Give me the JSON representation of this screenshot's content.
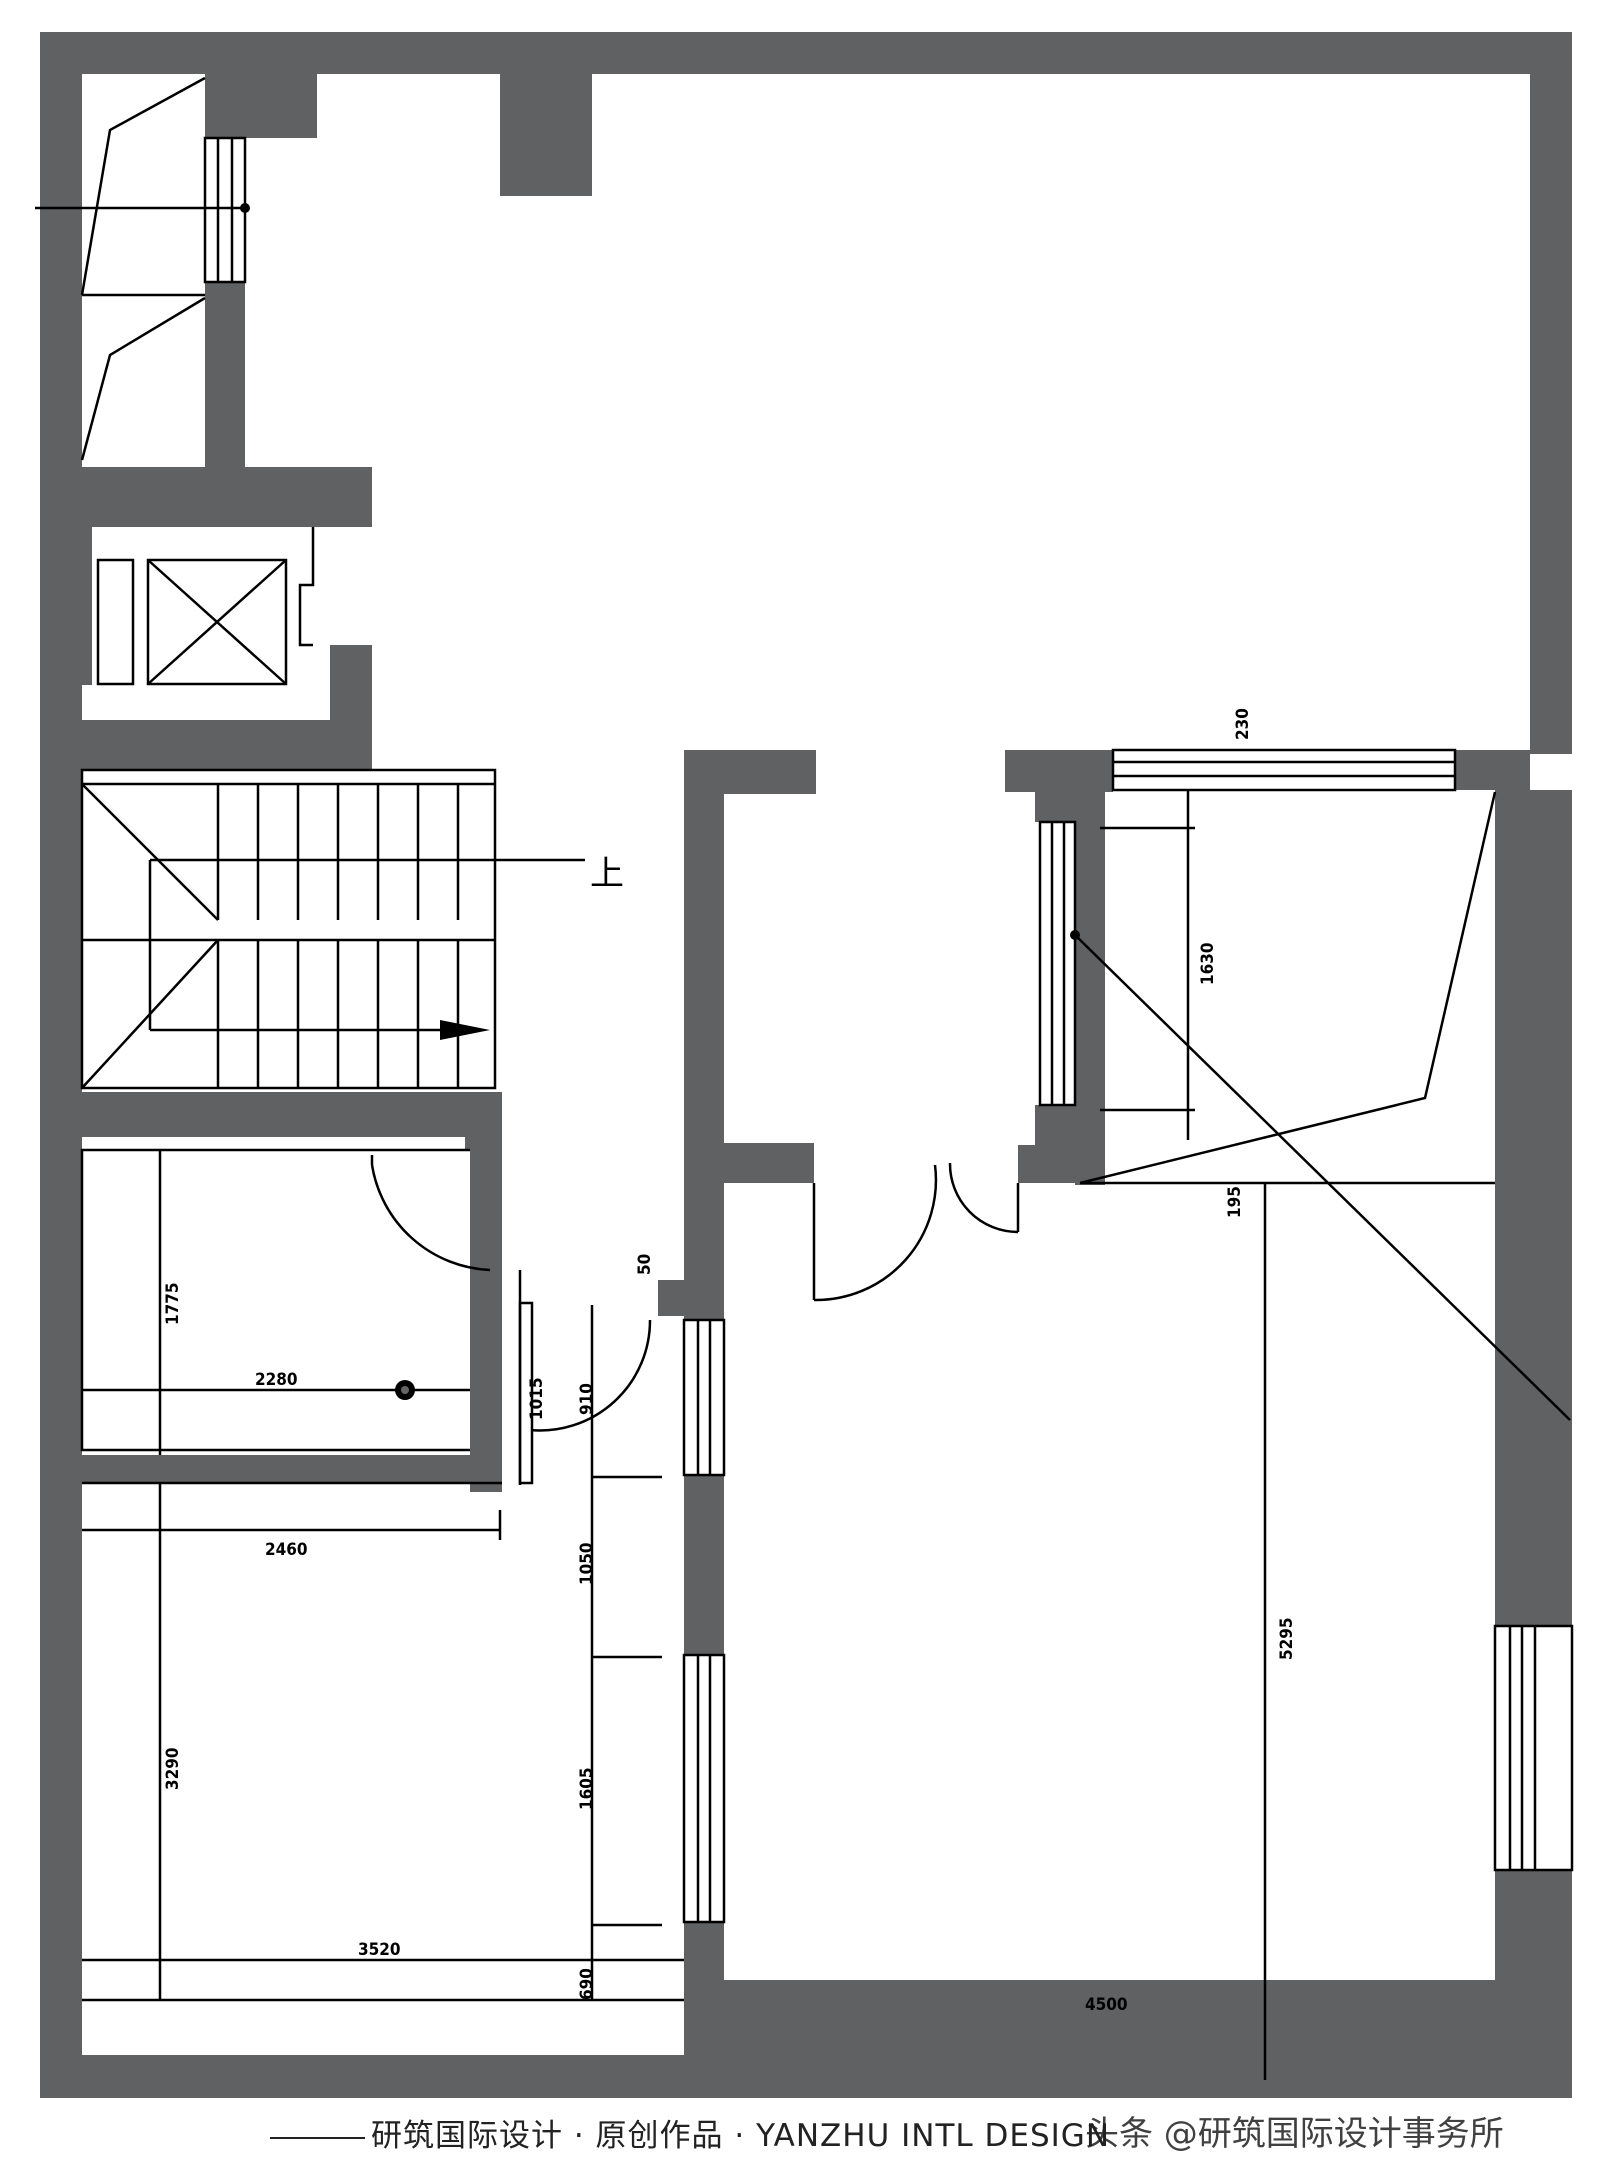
{
  "stair_label": "上",
  "dimensions": {
    "d230": "230",
    "d1630": "1630",
    "d195": "195",
    "d1775": "1775",
    "d2280": "2280",
    "d50": "50",
    "d1015": "1015",
    "d910": "910",
    "d2460": "2460",
    "d1050": "1050",
    "d5295": "5295",
    "d3290": "3290",
    "d1605": "1605",
    "d3520": "3520",
    "d690": "690",
    "d4500": "4500"
  },
  "footer": {
    "credit": "研筑国际设计 · 原创作品 · YANZHU INTL DESIGN",
    "watermark": "头条 @研筑国际设计事务所"
  },
  "colors": {
    "wall": "#5f6163",
    "line": "#000000",
    "background": "#ffffff"
  }
}
